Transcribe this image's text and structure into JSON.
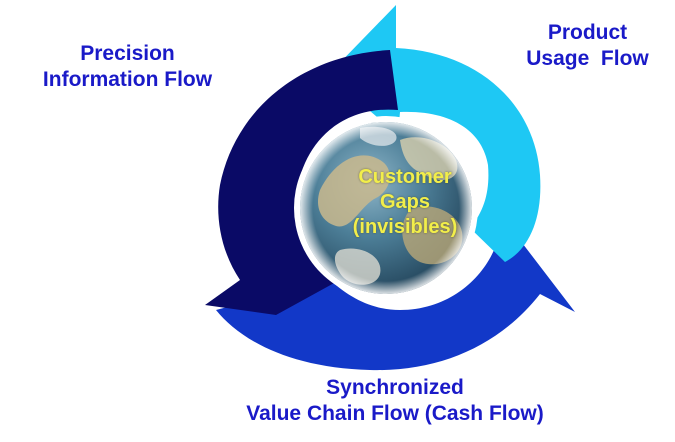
{
  "labels": {
    "precision": [
      "Precision",
      "Information Flow"
    ],
    "product": [
      "Product",
      "Usage  Flow"
    ],
    "synchronized": [
      "Synchronized",
      "Value Chain Flow (Cash Flow)"
    ]
  },
  "center": {
    "lines": [
      "Customer",
      "Gaps",
      "(invisibles)"
    ]
  },
  "colors": {
    "label_text": "#1a1ac8",
    "center_text": "#f2ee4a",
    "arrow_dark_navy": "#0a0a66",
    "arrow_cyan": "#1ec8f4",
    "arrow_royal_blue": "#1238c8",
    "globe_ocean": "#3c6f8c",
    "globe_land": "#c9b98d"
  },
  "icons": {
    "center": "earth-globe-icon"
  }
}
